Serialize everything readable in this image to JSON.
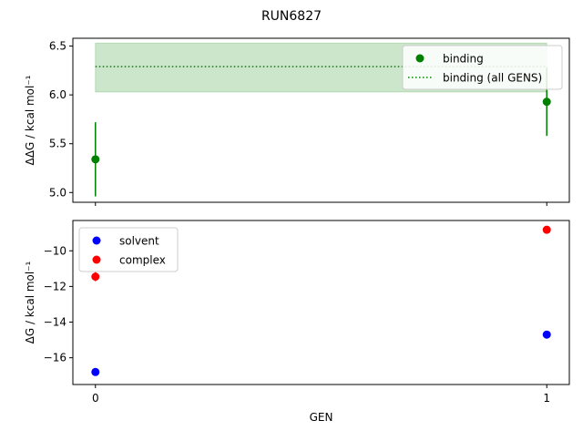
{
  "figure": {
    "title": "RUN6827"
  },
  "chart_data": [
    {
      "type": "scatter",
      "panel": "top",
      "ylabel": "ΔΔG / kcal mol⁻¹",
      "xlabel": "",
      "ylim": [
        4.9,
        6.58
      ],
      "xlim": [
        -0.05,
        1.05
      ],
      "yticks": [
        5.0,
        5.5,
        6.0,
        6.5
      ],
      "ytick_labels": [
        "5.0",
        "5.5",
        "6.0",
        "6.5"
      ],
      "xticks": [
        0,
        1
      ],
      "legend_position": "top-right",
      "series": [
        {
          "name": "binding",
          "color": "#008000",
          "kind": "errorbar-points",
          "x": [
            0,
            1
          ],
          "y": [
            5.34,
            5.93
          ],
          "yerr": [
            0.38,
            0.35
          ]
        },
        {
          "name": "binding (all GENS)",
          "color": "#008000",
          "kind": "dotted-hline-band",
          "x": [
            0,
            1
          ],
          "y": 6.29,
          "band": [
            6.03,
            6.53
          ]
        }
      ]
    },
    {
      "type": "scatter",
      "panel": "bottom",
      "ylabel": "ΔG / kcal mol⁻¹",
      "xlabel": "GEN",
      "ylim": [
        -17.5,
        -8.3
      ],
      "xlim": [
        -0.05,
        1.05
      ],
      "yticks": [
        -16,
        -14,
        -12,
        -10
      ],
      "ytick_labels": [
        "−16",
        "−14",
        "−12",
        "−10"
      ],
      "xticks": [
        0,
        1
      ],
      "xtick_labels": [
        "0",
        "1"
      ],
      "legend_position": "top-left",
      "series": [
        {
          "name": "solvent",
          "color": "#0000ff",
          "kind": "errorbar-points",
          "x": [
            0,
            1
          ],
          "y": [
            -16.8,
            -14.7
          ],
          "yerr": [
            0.05,
            0.05
          ]
        },
        {
          "name": "complex",
          "color": "#ff0000",
          "kind": "errorbar-points",
          "x": [
            0,
            1
          ],
          "y": [
            -11.45,
            -8.82
          ],
          "yerr": [
            0.25,
            0.2
          ]
        }
      ]
    }
  ]
}
